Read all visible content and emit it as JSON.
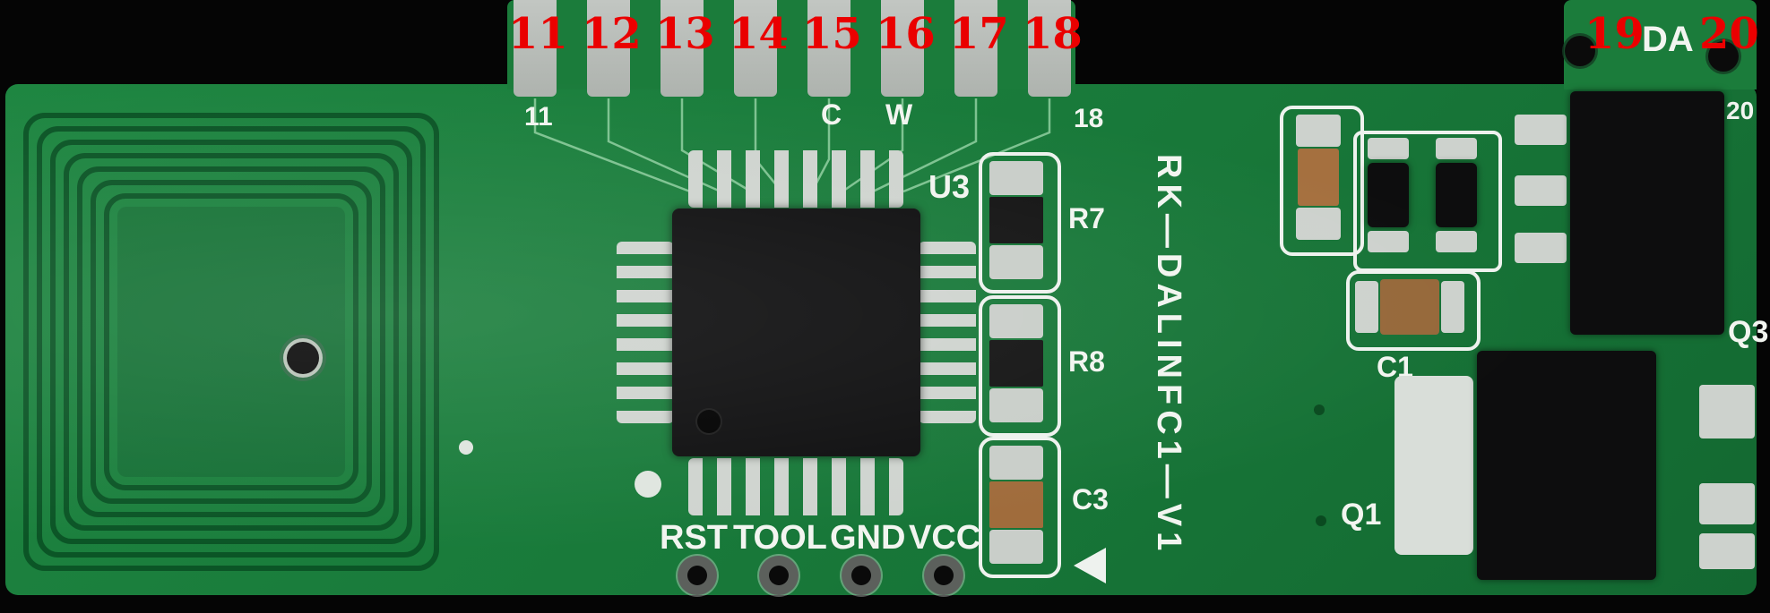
{
  "board": {
    "model": "RK—DALINFC1—V1"
  },
  "connector": {
    "top_pins": [
      "11",
      "12",
      "13",
      "14",
      "15",
      "16",
      "17",
      "18"
    ],
    "right_pins": [
      "19",
      "20"
    ],
    "right_label": "DA"
  },
  "silkscreen": {
    "top_left": "11",
    "c": "C",
    "w": "W",
    "top_right": "18",
    "tab_right": "20"
  },
  "components": {
    "mcu": "U3",
    "r7": "R7",
    "r8": "R8",
    "c3": "C3",
    "c1": "C1",
    "q1": "Q1",
    "q3": "Q3"
  },
  "bottom_pads": [
    "RST",
    "TOOL",
    "GND",
    "VCC"
  ],
  "colors": {
    "pcb_green": "#187839",
    "coil_dark_green": "#0b5526",
    "silk_white": "#f2f5f0",
    "pad_silver": "#c9cec9",
    "finger_gray": "#b5bab5",
    "red_pin_label": "#ea0000",
    "chip_black": "#0f0f10",
    "capacitor_brown": "#a06c3c",
    "background_black": "#050505"
  }
}
